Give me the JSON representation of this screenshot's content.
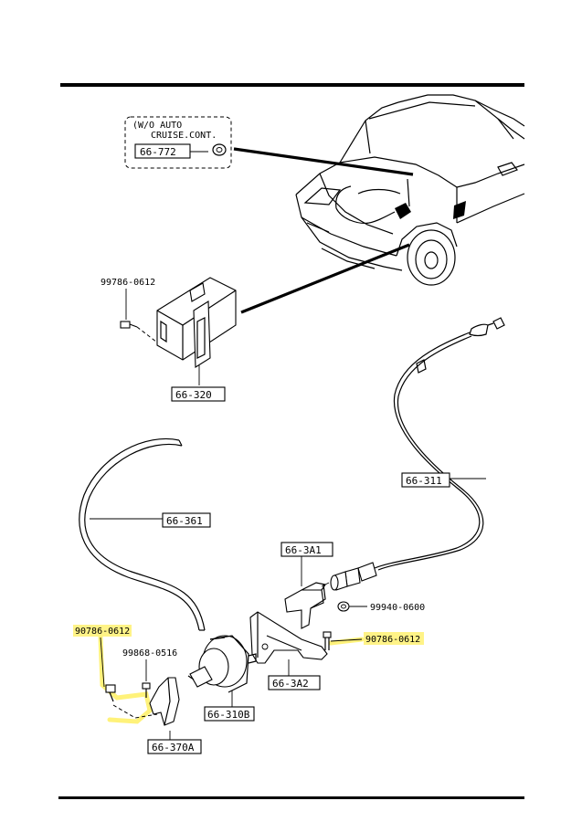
{
  "diagram": {
    "note": {
      "line1": "(W/O AUTO",
      "line2": "CRUISE.CONT."
    },
    "parts": {
      "p66_772": "66-772",
      "p66_320": "66-320",
      "p66_311": "66-311",
      "p66_361": "66-361",
      "p66_3A1": "66-3A1",
      "p66_3A2": "66-3A2",
      "p66_310B": "66-310B",
      "p66_370A": "66-370A"
    },
    "bolts": {
      "b99786": "99786-0612",
      "b99940": "99940-0600",
      "b90786_right": "90786-0612",
      "b90786_left": "90786-0612",
      "b99868": "99868-0516"
    },
    "highlight_color": "#fff27a"
  }
}
